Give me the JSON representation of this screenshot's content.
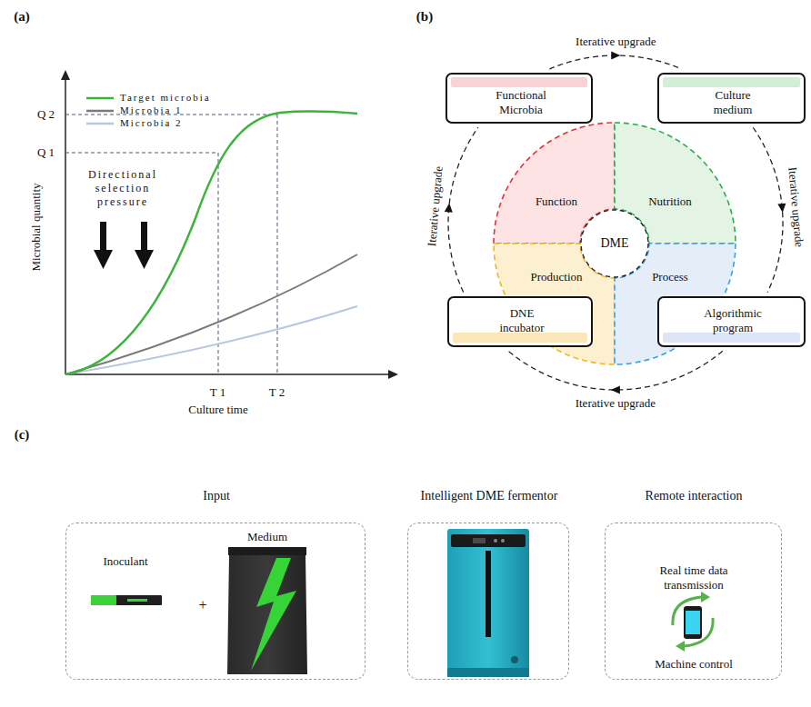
{
  "diagram": {
    "nodes": [
      {
        "text": [
          "Functional Microbia"
        ]
      },
      {
        "text": [
          "Culture medium"
        ]
      },
      {
        "text": [
          "Function"
        ]
      },
      {
        "text": [
          "Nutrition"
        ]
      },
      {
        "text": [
          "DME"
        ]
      },
      {
        "text": [
          "Production"
        ]
      },
      {
        "text": [
          "Process"
        ]
      },
      {
        "text": [
          "DNE incubator"
        ]
      },
      {
        "text": [
          "Algorithmic program"
        ]
      },
      {
        "text": [
          "Input",
          "Inoculant",
          "+",
          "Medium"
        ]
      },
      {
        "text": [
          "Intelligent DME fermentor"
        ]
      },
      {
        "text": [
          "Remote interaction",
          "Real time data transmission",
          "Machine control"
        ]
      }
    ],
    "edges": [
      {
        "from": 0,
        "to": 1,
        "arrow": "to",
        "label": "Iterative upgrade"
      },
      {
        "from": 1,
        "to": 8,
        "arrow": "to",
        "label": "Iterative upgrade"
      },
      {
        "from": 8,
        "to": 7,
        "arrow": "to",
        "label": "Iterative upgrade"
      },
      {
        "from": 7,
        "to": 0,
        "arrow": "to",
        "label": "Iterative upgrade"
      }
    ],
    "labels": [
      "(a)",
      "(b)",
      "(c)",
      "Q2",
      "Q1",
      "T1",
      "T2",
      "Microbial quantity",
      "Culture time",
      "Directional selection pressure"
    ],
    "legend": [
      {
        "text": "Target microbia"
      },
      {
        "text": "Microbia 1"
      },
      {
        "text": "Microbia 2"
      }
    ]
  }
}
